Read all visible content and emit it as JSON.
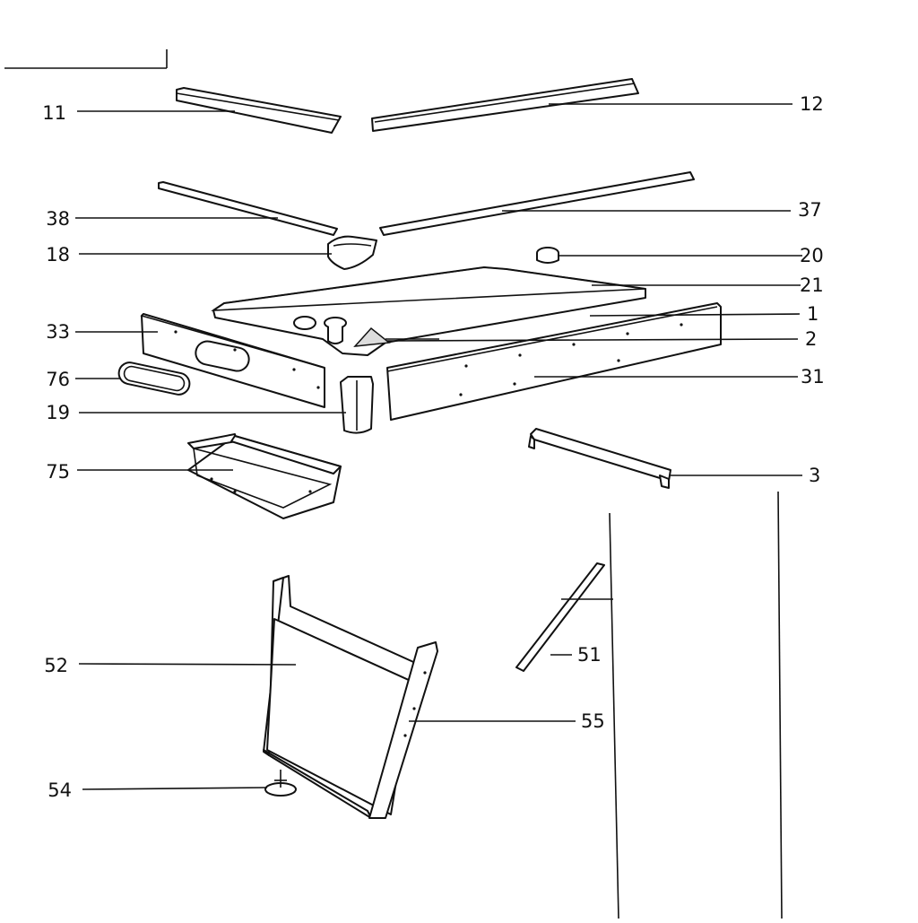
{
  "labels": {
    "p11": "11",
    "p12": "12",
    "p38": "38",
    "p37": "37",
    "p18": "18",
    "p20": "20",
    "p21": "21",
    "p1": "1",
    "p2": "2",
    "p33": "33",
    "p31": "31",
    "p76": "76",
    "p19": "19",
    "p75": "75",
    "p3": "3",
    "p52": "52",
    "p51": "51",
    "p55": "55",
    "p54": "54"
  }
}
